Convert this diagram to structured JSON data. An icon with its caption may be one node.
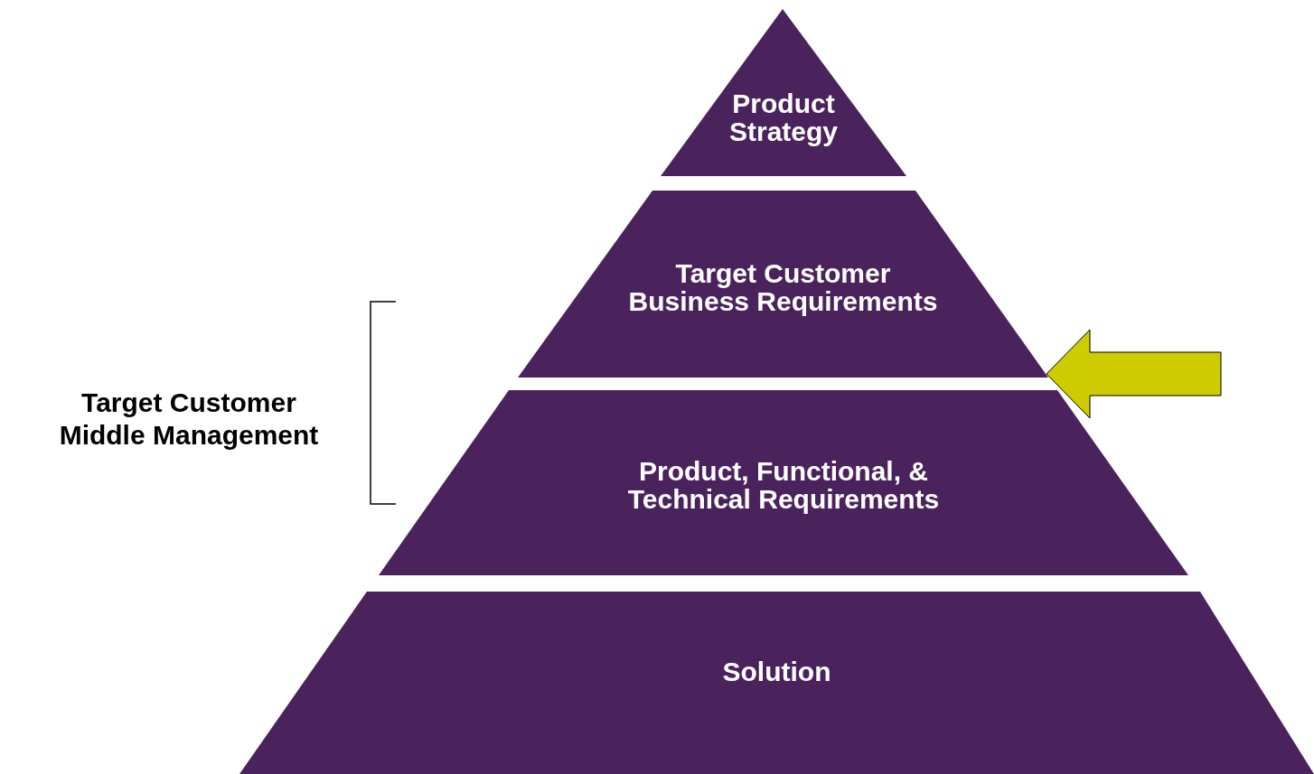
{
  "diagram": {
    "nodes": [
      {
        "text": [
          "Product Strategy"
        ]
      },
      {
        "text": [
          "Target Customer Business Requirements"
        ]
      },
      {
        "text": [
          "Product, Functional, & Technical Requirements"
        ]
      },
      {
        "text": [
          "Solution"
        ]
      }
    ],
    "edges": [
      {
        "from": null,
        "to": 1,
        "arrow": "to"
      }
    ],
    "labels": [
      "Target Customer Middle Management"
    ]
  }
}
